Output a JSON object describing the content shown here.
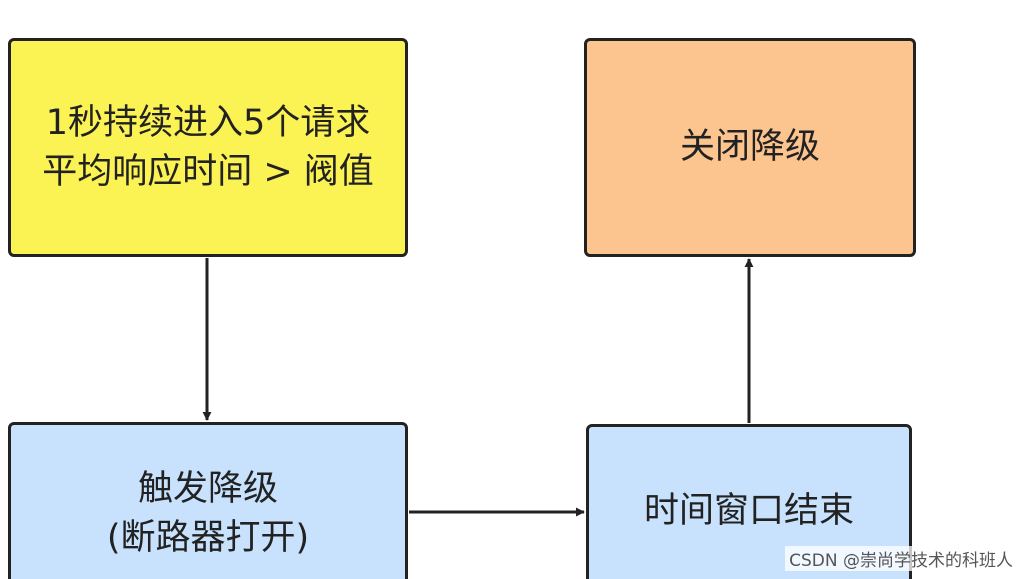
{
  "colors": {
    "condition_fill": "#fbf254",
    "close_fill": "#fcc48e",
    "trigger_fill": "#c8e2fd",
    "window_fill": "#c8e2fd",
    "stroke": "#222222"
  },
  "nodes": {
    "condition": {
      "line1": "1秒持续进入5个请求",
      "line2": "平均响应时间 > 阀值"
    },
    "close": {
      "label": "关闭降级"
    },
    "trigger": {
      "line1": "触发降级",
      "line2": "(断路器打开)"
    },
    "window": {
      "label": "时间窗口结束"
    }
  },
  "edges": [
    {
      "from": "condition",
      "to": "trigger"
    },
    {
      "from": "trigger",
      "to": "window"
    },
    {
      "from": "window",
      "to": "close"
    }
  ],
  "watermark": "CSDN @崇尚学技术的科班人"
}
